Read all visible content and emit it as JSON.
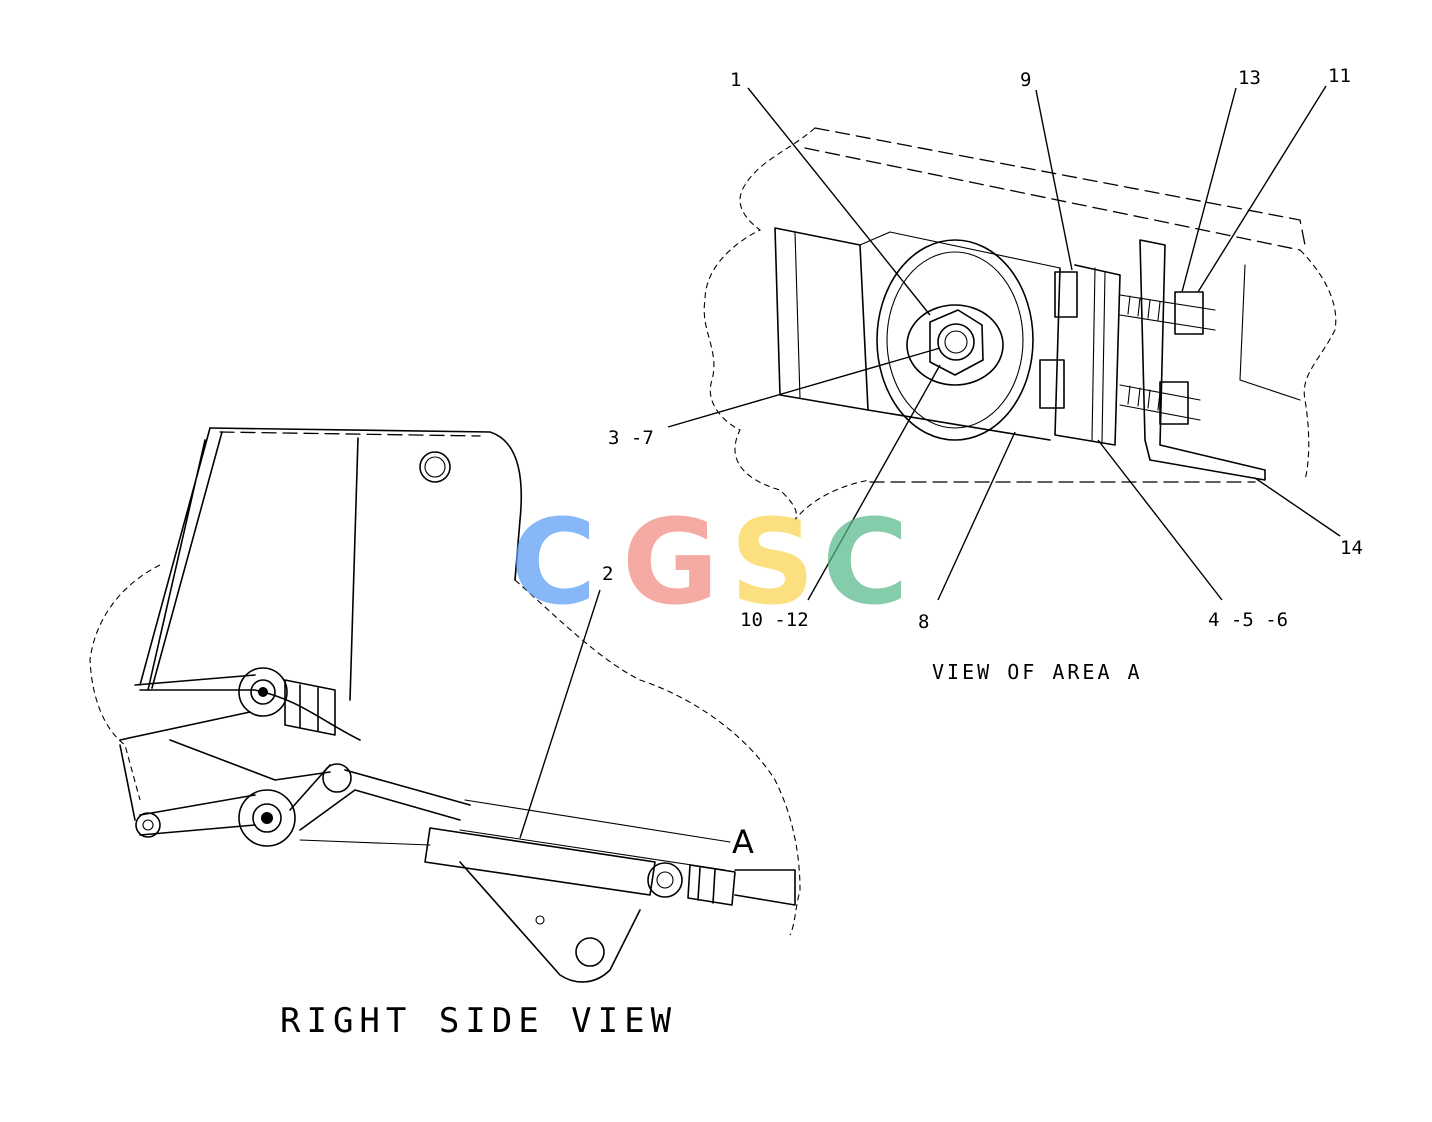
{
  "captions": {
    "view_of_area": "VIEW OF AREA A",
    "right_side_view": "RIGHT SIDE VIEW",
    "area_letter": "A"
  },
  "callouts": {
    "c1": "1",
    "c9": "9",
    "c13": "13",
    "c11": "11",
    "c3_7": "3 -7",
    "c14": "14",
    "c2": "2",
    "c10_12": "10 -12",
    "c8": "8",
    "c4_5_6": "4 -5 -6"
  },
  "watermark": {
    "letters": [
      "C",
      "G",
      "S",
      "C"
    ],
    "colors": [
      "#5b9cf6",
      "#f28b82",
      "#fbd34d",
      "#57b98a"
    ]
  }
}
